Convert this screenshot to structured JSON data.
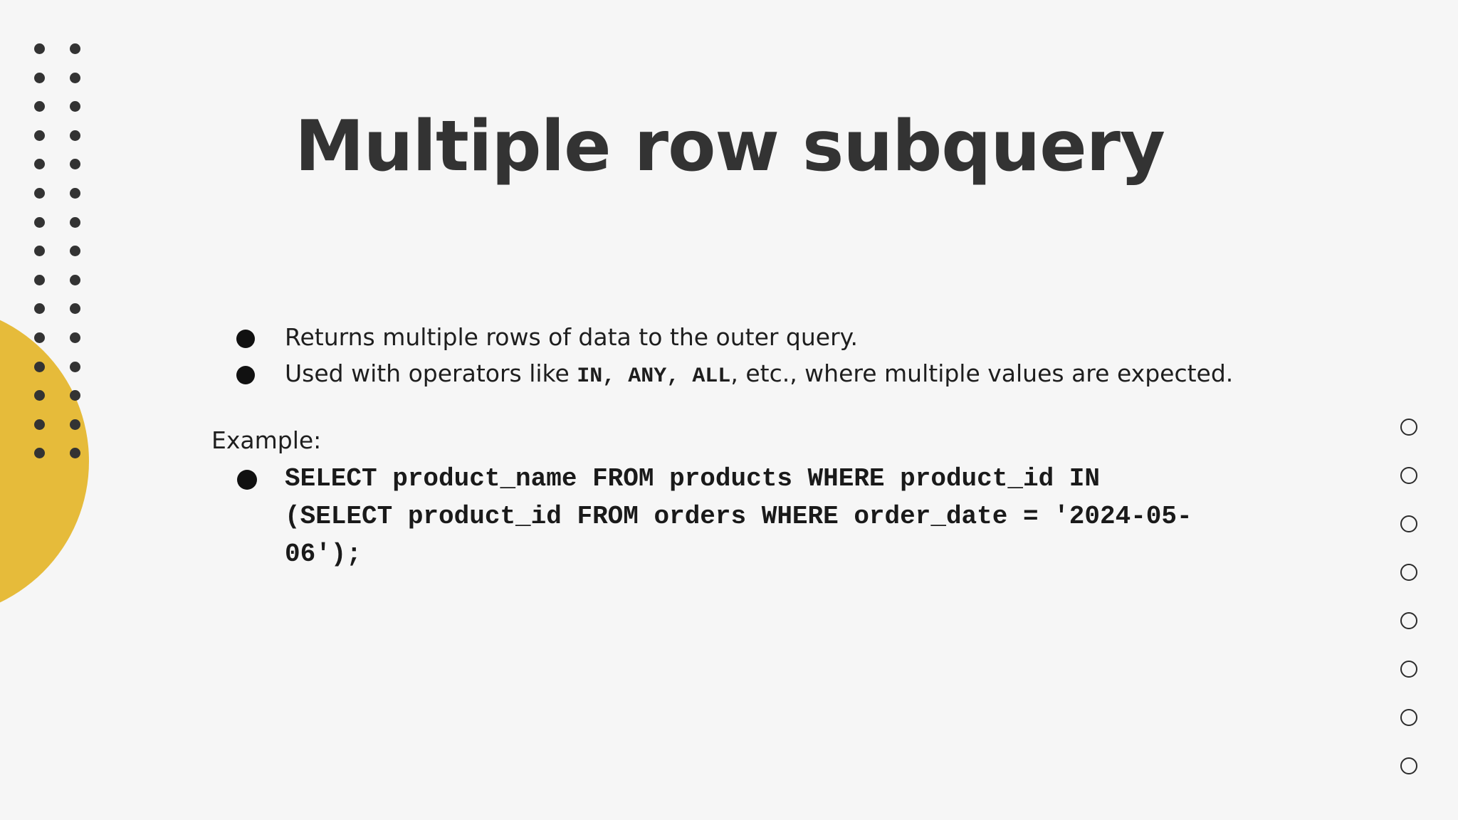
{
  "slide": {
    "title": "Multiple row subquery",
    "bullets": [
      {
        "text": "Returns multiple rows of data to the outer query."
      },
      {
        "prefix": "Used with operators like ",
        "operators": [
          "IN",
          "ANY",
          "ALL"
        ],
        "separator": ", ",
        "suffix": ", etc., where multiple values are expected."
      }
    ],
    "example_label": "Example:",
    "code_lines": [
      "SELECT product_name FROM products WHERE product_id IN",
      "(SELECT product_id FROM orders WHERE order_date = '2024-05-",
      "06');"
    ]
  },
  "decorations": {
    "accent_color": "#e6bb3a",
    "dot_color": "#333333",
    "background_color": "#f6f6f6",
    "dot_grid": {
      "columns": 2,
      "rows": 15
    },
    "ring_column": {
      "count": 8
    }
  }
}
